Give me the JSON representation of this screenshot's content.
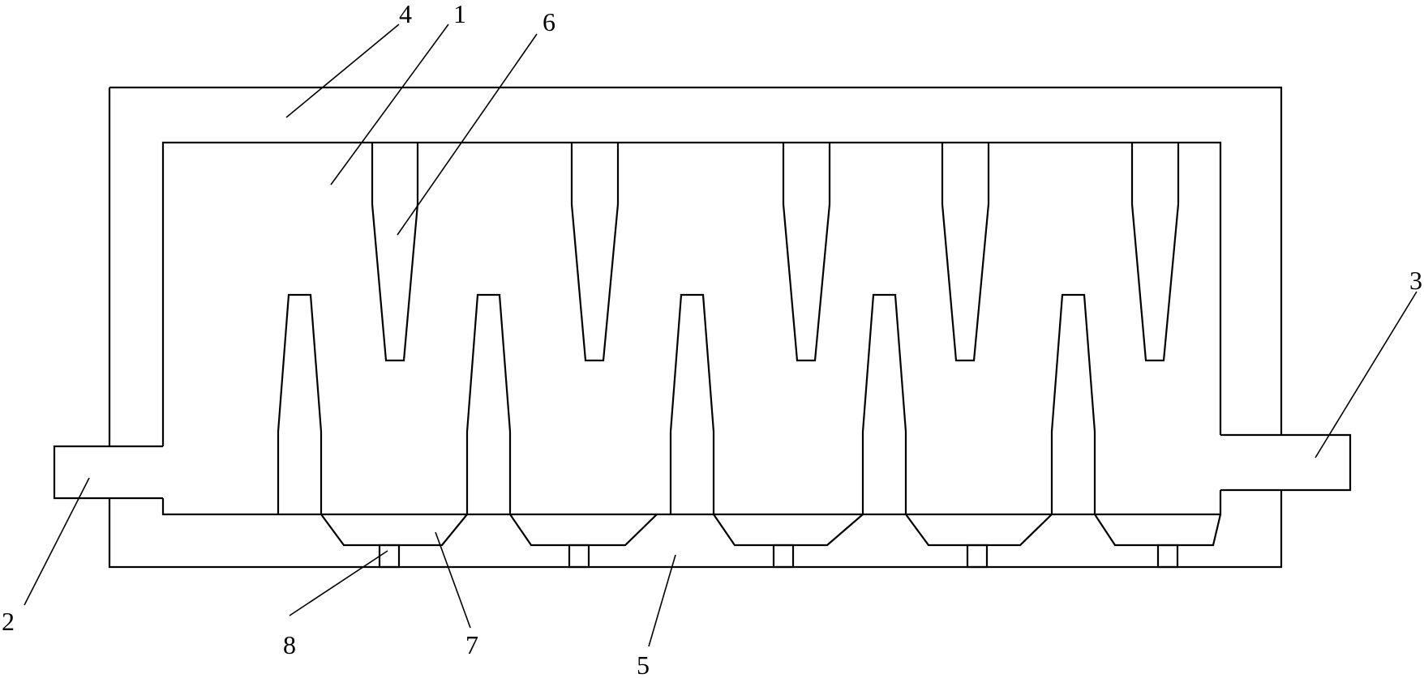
{
  "figure": {
    "labels": [
      "1",
      "2",
      "3",
      "4",
      "5",
      "6",
      "7",
      "8"
    ]
  },
  "colors": {
    "line": "#000000",
    "background": "#ffffff"
  }
}
